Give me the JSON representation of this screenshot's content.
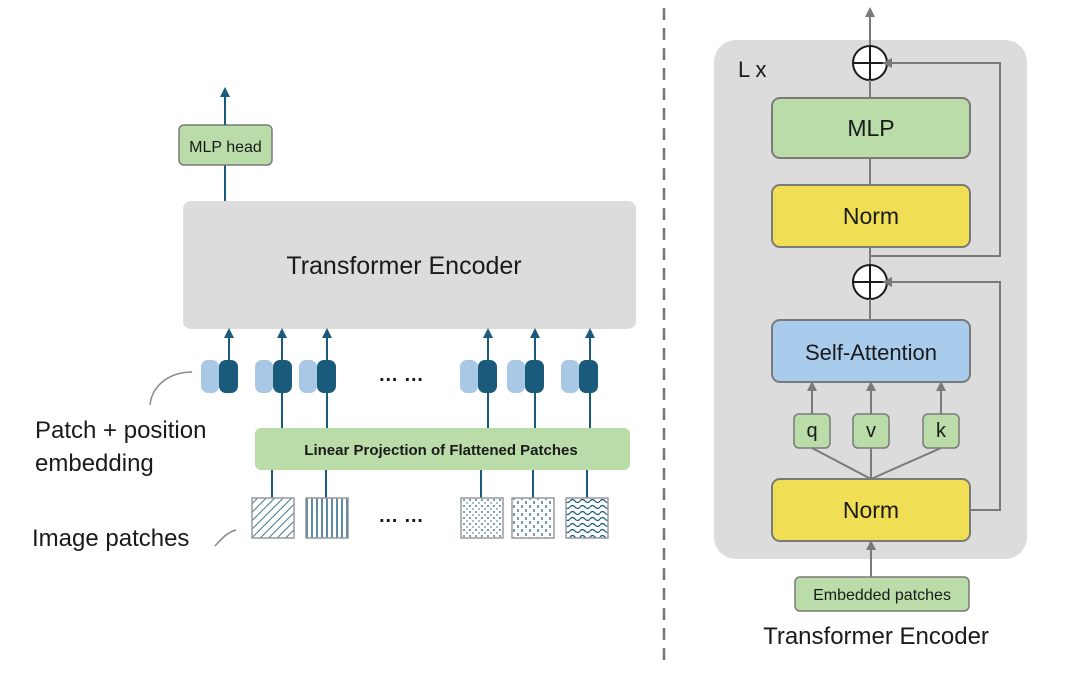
{
  "left": {
    "mlp_head": "MLP head",
    "transformer_encoder": "Transformer Encoder",
    "linear_projection": "Linear Projection of Flattened Patches",
    "patch_position_embedding_line1": "Patch + position",
    "patch_position_embedding_line2": "embedding",
    "image_patches": "Image patches",
    "ellipsis_tokens": "… …",
    "ellipsis_patches": "… …"
  },
  "right": {
    "repeat_label": "L x",
    "mlp": "MLP",
    "norm_top": "Norm",
    "self_attention": "Self-Attention",
    "q": "q",
    "v": "v",
    "k": "k",
    "norm_bottom": "Norm",
    "embedded_patches": "Embedded patches",
    "caption": "Transformer Encoder"
  },
  "colors": {
    "green_box": "#b9dca8",
    "yellow_box": "#f0df55",
    "blue_box": "#a9cbec",
    "gray_panel": "#dcdcdc",
    "light_token": "#a9c8e6",
    "dark_token": "#1a5a7a",
    "arrow_left": "#1a5a7a",
    "arrow_right": "#7a7a7a",
    "divider": "#777777"
  }
}
